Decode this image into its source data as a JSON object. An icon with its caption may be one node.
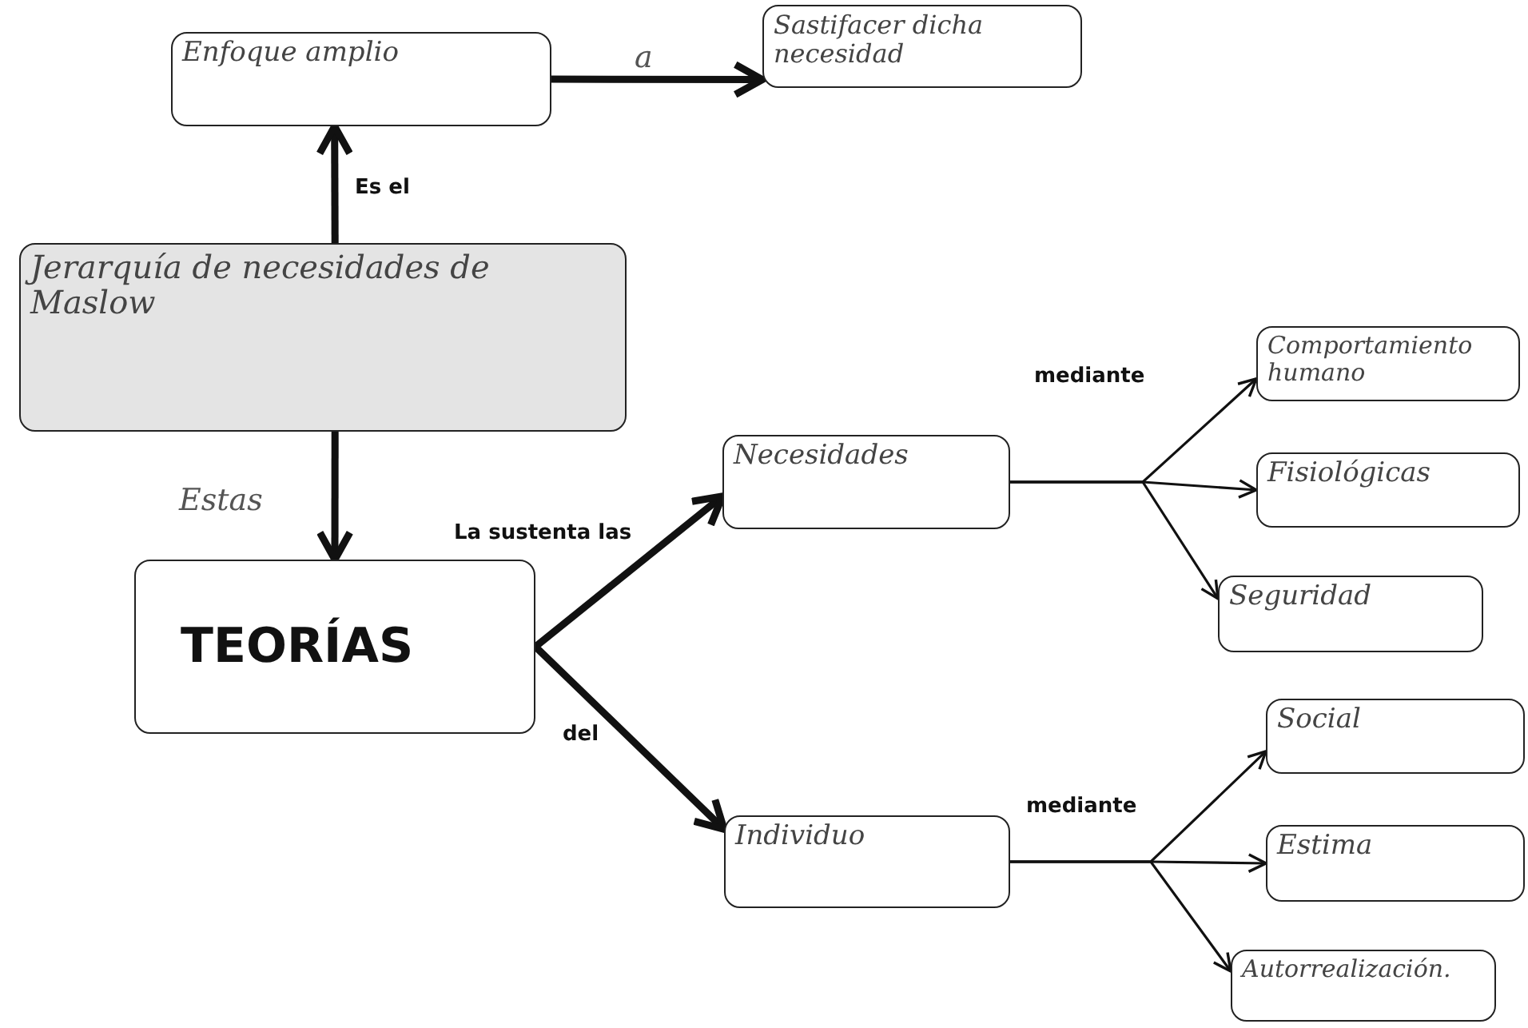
{
  "diagram": {
    "nodes": [
      {
        "text": [
          "Enfoque amplio"
        ]
      },
      {
        "text": [
          "Sastifacer dicha necesidad"
        ]
      },
      {
        "text": [
          "Jerarquía de necesidades de Maslow"
        ]
      },
      {
        "text": [
          "TEORÍAS"
        ]
      },
      {
        "text": [
          "Necesidades"
        ]
      },
      {
        "text": [
          "Individuo"
        ]
      },
      {
        "text": [
          "Comportamiento humano"
        ]
      },
      {
        "text": [
          "Fisiológicas"
        ]
      },
      {
        "text": [
          "Seguridad"
        ]
      },
      {
        "text": [
          "Social"
        ]
      },
      {
        "text": [
          "Estima"
        ]
      },
      {
        "text": [
          "Autorrealización."
        ]
      }
    ],
    "edges": [
      {
        "from": 2,
        "to": 0,
        "arrow": "to",
        "label": "Es el",
        "style": "thick"
      },
      {
        "from": 0,
        "to": 1,
        "arrow": "to",
        "label": "a",
        "style": "thick"
      },
      {
        "from": 2,
        "to": 3,
        "arrow": "to",
        "label": "Estas",
        "style": "thick"
      },
      {
        "from": 3,
        "to": 4,
        "arrow": "to",
        "label": "La sustenta las",
        "style": "thick"
      },
      {
        "from": 3,
        "to": 5,
        "arrow": "to",
        "label": "del",
        "style": "thick"
      },
      {
        "from": 4,
        "to": 6,
        "arrow": "to",
        "label": "mediante"
      },
      {
        "from": 4,
        "to": 7,
        "arrow": "to"
      },
      {
        "from": 4,
        "to": 8,
        "arrow": "to"
      },
      {
        "from": 5,
        "to": 9,
        "arrow": "to",
        "label": "mediante"
      },
      {
        "from": 5,
        "to": 10,
        "arrow": "to"
      },
      {
        "from": 5,
        "to": 11,
        "arrow": "to"
      }
    ]
  }
}
